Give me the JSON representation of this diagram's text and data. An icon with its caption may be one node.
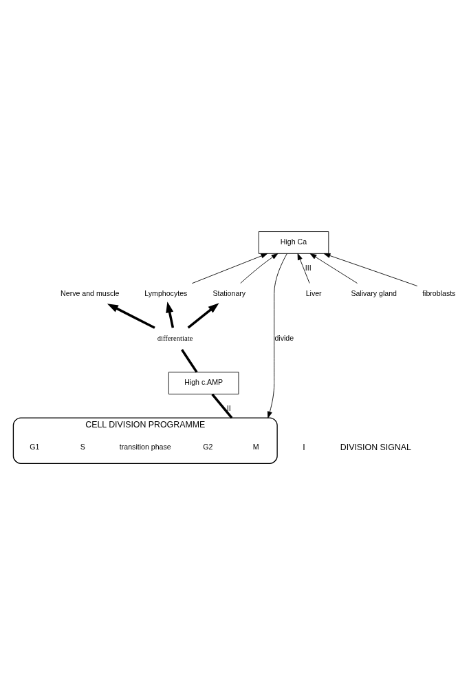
{
  "diagram": {
    "nodes": [
      {
        "text": [
          "CELL DIVISION PROGRAMME"
        ]
      },
      {
        "text": [
          "M"
        ],
        "in": 0
      },
      {
        "text": [
          "G2"
        ],
        "in": 0
      },
      {
        "text": [
          "transition phase"
        ],
        "in": 0
      },
      {
        "text": [
          "S"
        ],
        "in": 0
      },
      {
        "text": [
          "G1"
        ],
        "in": 0
      },
      {
        "text": [
          "High c.AMP"
        ]
      },
      {
        "text": [
          "High Ca"
        ]
      },
      {
        "text": [
          "differentiate"
        ]
      },
      {
        "text": [
          "Nerve and muscle"
        ]
      },
      {
        "text": [
          "Liver"
        ]
      },
      {
        "text": [
          "Lymphocytes"
        ]
      },
      {
        "text": [
          "Salivary gland"
        ]
      },
      {
        "text": [
          "Stationary"
        ]
      },
      {
        "text": [
          "fibroblasts"
        ]
      }
    ],
    "edges": [
      {
        "from": 0,
        "to": 6,
        "arrow": "none",
        "label": "II",
        "style": "thick"
      },
      {
        "from": 6,
        "to": 8,
        "arrow": "none",
        "style": "thick"
      },
      {
        "from": 8,
        "to": 9,
        "arrow": "to",
        "style": "thick"
      },
      {
        "from": 8,
        "to": 11,
        "arrow": "to",
        "style": "thick"
      },
      {
        "from": 8,
        "to": 13,
        "arrow": "to",
        "style": "thick"
      },
      {
        "from": 10,
        "to": 7,
        "arrow": "to",
        "label": "III"
      },
      {
        "from": 11,
        "to": 7,
        "arrow": "to"
      },
      {
        "from": 12,
        "to": 7,
        "arrow": "to"
      },
      {
        "from": 13,
        "to": 7,
        "arrow": "to"
      },
      {
        "from": 14,
        "to": 7,
        "arrow": "to"
      },
      {
        "from": 7,
        "to": 0,
        "arrow": "to",
        "label": "divide"
      }
    ],
    "labels": [
      "I",
      "DIVISION SIGNAL"
    ]
  }
}
